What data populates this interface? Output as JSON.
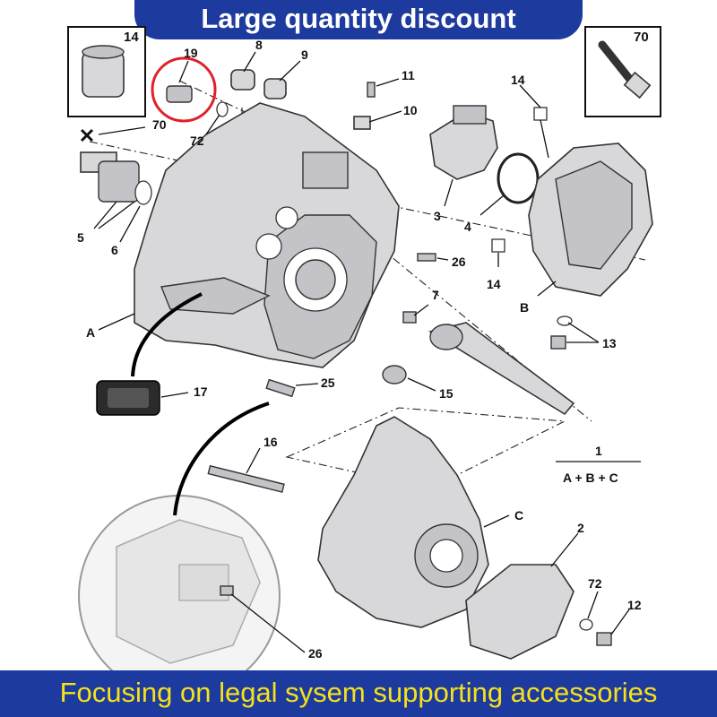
{
  "banner": {
    "top": "Large quantity discount",
    "bottom": "Focusing on legal sysem supporting accessories"
  },
  "labels": {
    "l14a": "14",
    "l70a": "70",
    "l19": "19",
    "l8": "8",
    "l9": "9",
    "l11": "11",
    "l10": "10",
    "l14b": "14",
    "l70b": "70",
    "l72a": "72",
    "l3": "3",
    "l4": "4",
    "l5": "5",
    "l6": "6",
    "l26a": "26",
    "l14c": "14",
    "lA": "A",
    "l7": "7",
    "lB": "B",
    "l13": "13",
    "l17": "17",
    "l25": "25",
    "l15": "15",
    "l16": "16",
    "l1": "1",
    "l1sub": "A + B + C",
    "lC": "C",
    "l2": "2",
    "l72b": "72",
    "l12": "12",
    "l26b": "26"
  },
  "colors": {
    "banner_bg": "#1d3a9e",
    "banner_top_text": "#ffffff",
    "banner_bottom_text": "#f6e11a",
    "highlight": "#e0202a"
  }
}
